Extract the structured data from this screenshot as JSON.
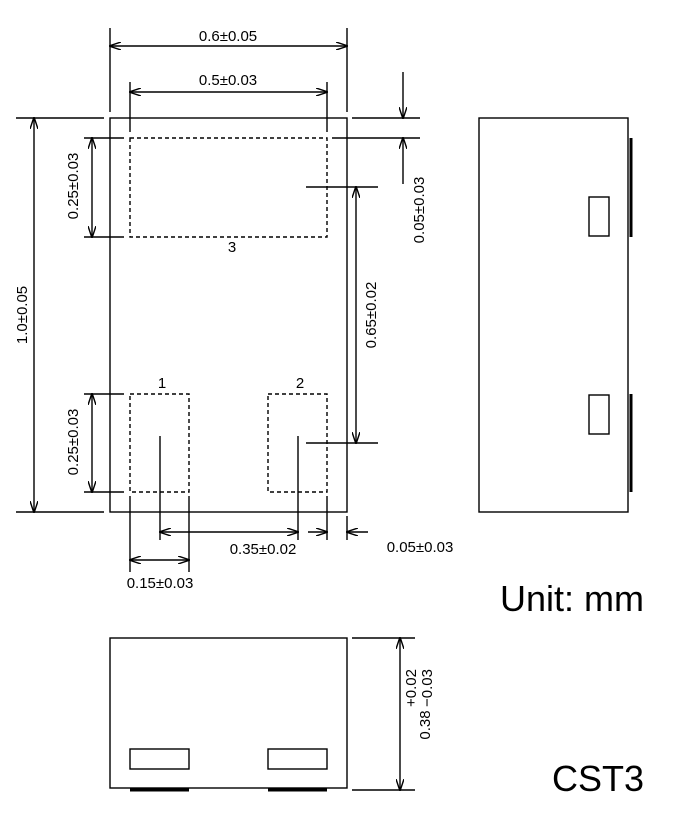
{
  "dimensions": {
    "overall_width": "0.6±0.05",
    "pad_span_width": "0.5±0.03",
    "top_pad_height": "0.25±0.03",
    "overall_length": "1.0±0.05",
    "bottom_pad_height": "0.25±0.03",
    "pad_offset_top": "0.05±0.03",
    "pad_pitch_vertical": "0.65±0.02",
    "pad_pitch_horizontal": "0.35±0.02",
    "pad_offset_side": "0.05±0.03",
    "pad_width": "0.15±0.03",
    "height_nominal": "0.38",
    "height_tol_plus": "+0.02",
    "height_tol_minus": "−0.03"
  },
  "pins": {
    "pin1": "1",
    "pin2": "2",
    "pin3": "3"
  },
  "unit_label": "Unit: mm",
  "package_name": "CST3"
}
